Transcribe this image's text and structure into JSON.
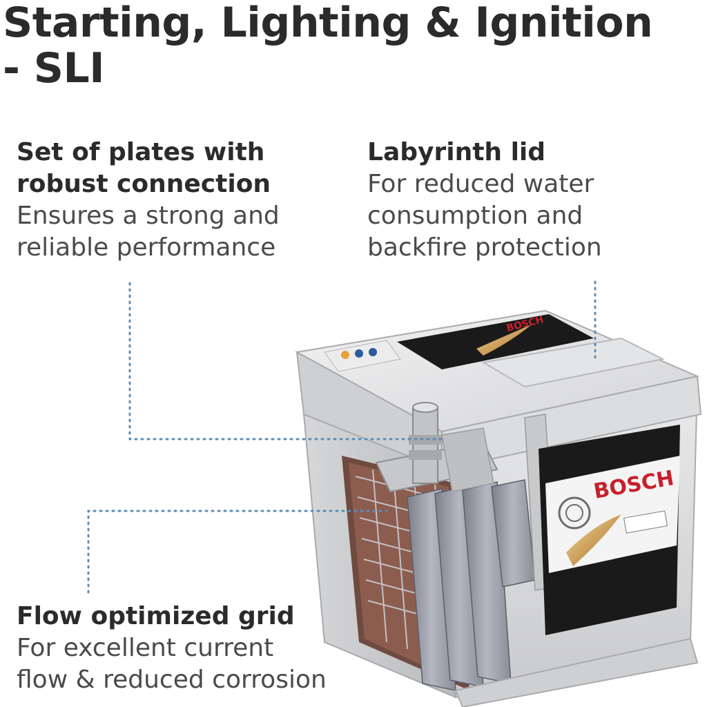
{
  "title": {
    "line1": "Starting, Lighting & Ignition",
    "line2": "- SLI"
  },
  "callouts": {
    "plates": {
      "head1": "Set of plates with",
      "head2": "robust connection",
      "desc1": "Ensures a strong and",
      "desc2": "reliable performance"
    },
    "lid": {
      "head1": "Labyrinth lid",
      "desc1": "For reduced water",
      "desc2": "consumption and",
      "desc3": "backfire protection"
    },
    "grid": {
      "head1": "Flow optimized grid",
      "desc1": "For excellent current",
      "desc2": "flow & reduced corrosion"
    }
  },
  "battery": {
    "brand": "BOSCH",
    "lid_brand": "BOSCH"
  },
  "colors": {
    "text": "#2b2b2b",
    "leader": "#5b8db8",
    "brand_red": "#c8202a",
    "casing": "#d9dadb",
    "label_black": "#1a1a1a"
  }
}
